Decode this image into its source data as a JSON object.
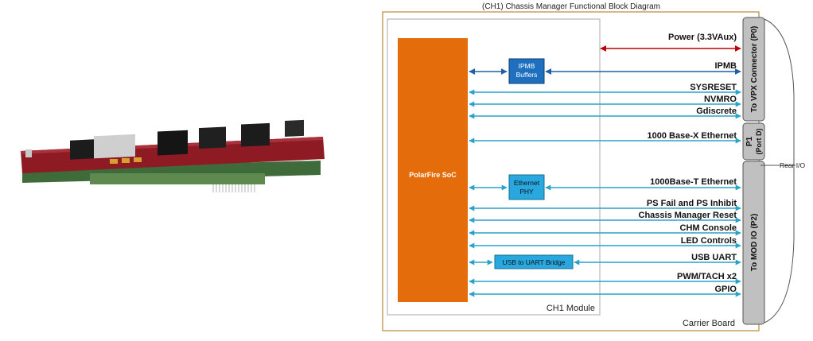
{
  "diagram": {
    "title": "(CH1) Chassis Manager Functional Block Diagram",
    "carrier_label": "Carrier Board",
    "module_label": "CH1 Module",
    "soc_label": "PolarFire SoC",
    "rear_io_label": "Rear I/O",
    "blocks": {
      "ipmb_buffers": [
        "IPMB",
        "Buffers"
      ],
      "ethernet_phy": [
        "Ethernet",
        "PHY"
      ],
      "usb_uart_bridge": "USB to UART Bridge"
    },
    "connectors": {
      "p0": "To VPX Connector (P0)",
      "p1": [
        "P1",
        "(Port D)"
      ],
      "p2": "To MOD IO (P2)"
    },
    "signals": [
      "Power (3.3VAux)",
      "IPMB",
      "SYSRESET",
      "NVMRO",
      "Gdiscrete",
      "1000 Base-X Ethernet",
      "1000Base-T Ethernet",
      "PS Fail and PS Inhibit",
      "Chassis Manager Reset",
      "CHM Console",
      "LED Controls",
      "USB UART",
      "PWM/TACH x2",
      "GPIO"
    ],
    "colors": {
      "soc": "#e46c0a",
      "block_ipmb": "#1f6fbf",
      "block_light": "#29a8e0",
      "arrow_power": "#c00000",
      "arrow_ipmb": "#1f5faa",
      "arrow_signal": "#2aa3c9",
      "carrier_border": "#c8a060",
      "connector": "#c0c0c0"
    }
  }
}
